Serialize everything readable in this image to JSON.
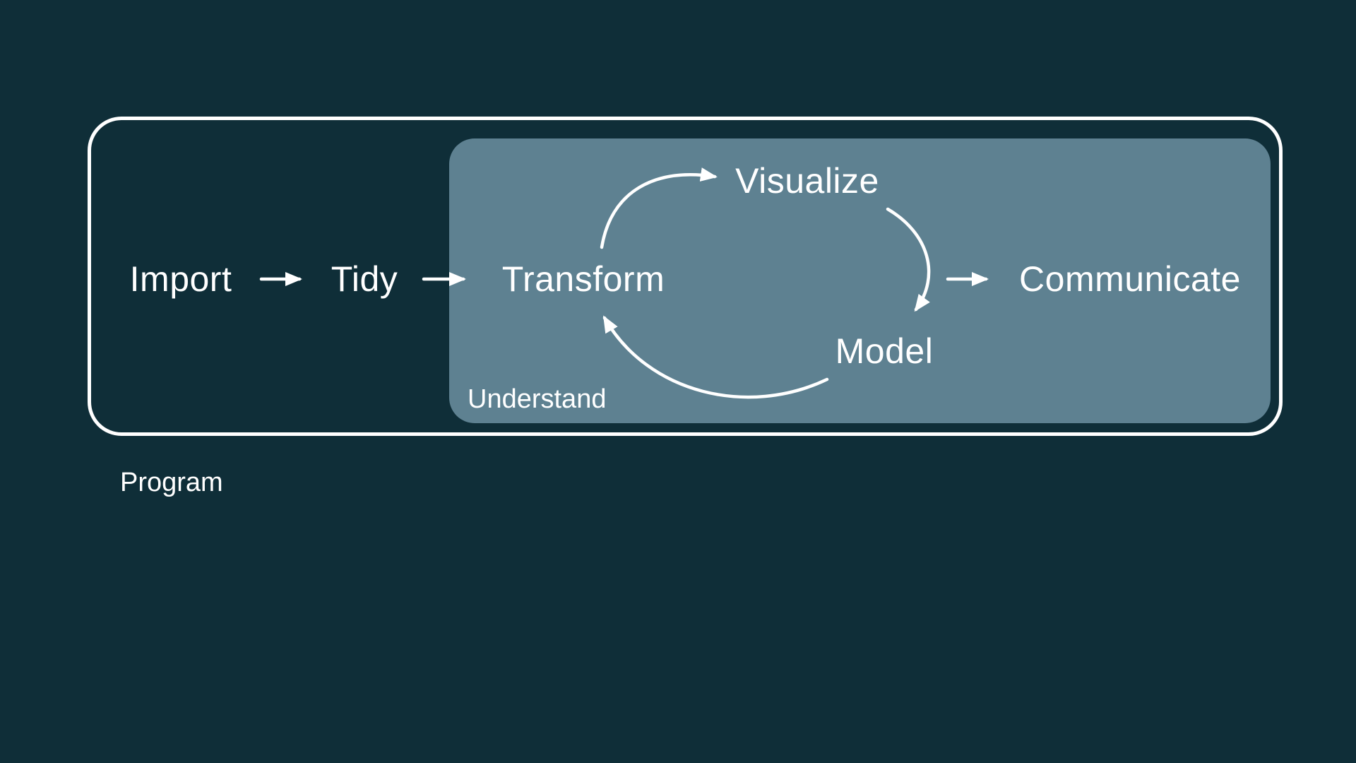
{
  "diagram": {
    "nodes": {
      "import": "Import",
      "tidy": "Tidy",
      "transform": "Transform",
      "visualize": "Visualize",
      "model": "Model",
      "communicate": "Communicate"
    },
    "group_labels": {
      "understand": "Understand",
      "program": "Program"
    },
    "arrows": [
      "import-to-tidy",
      "tidy-to-transform",
      "transform-to-visualize",
      "visualize-to-model",
      "model-to-transform",
      "cycle-to-communicate"
    ],
    "colors": {
      "background": "#0f2e38",
      "understand_box": "#5e8191",
      "outline": "#ffffff",
      "text": "#ffffff"
    }
  }
}
